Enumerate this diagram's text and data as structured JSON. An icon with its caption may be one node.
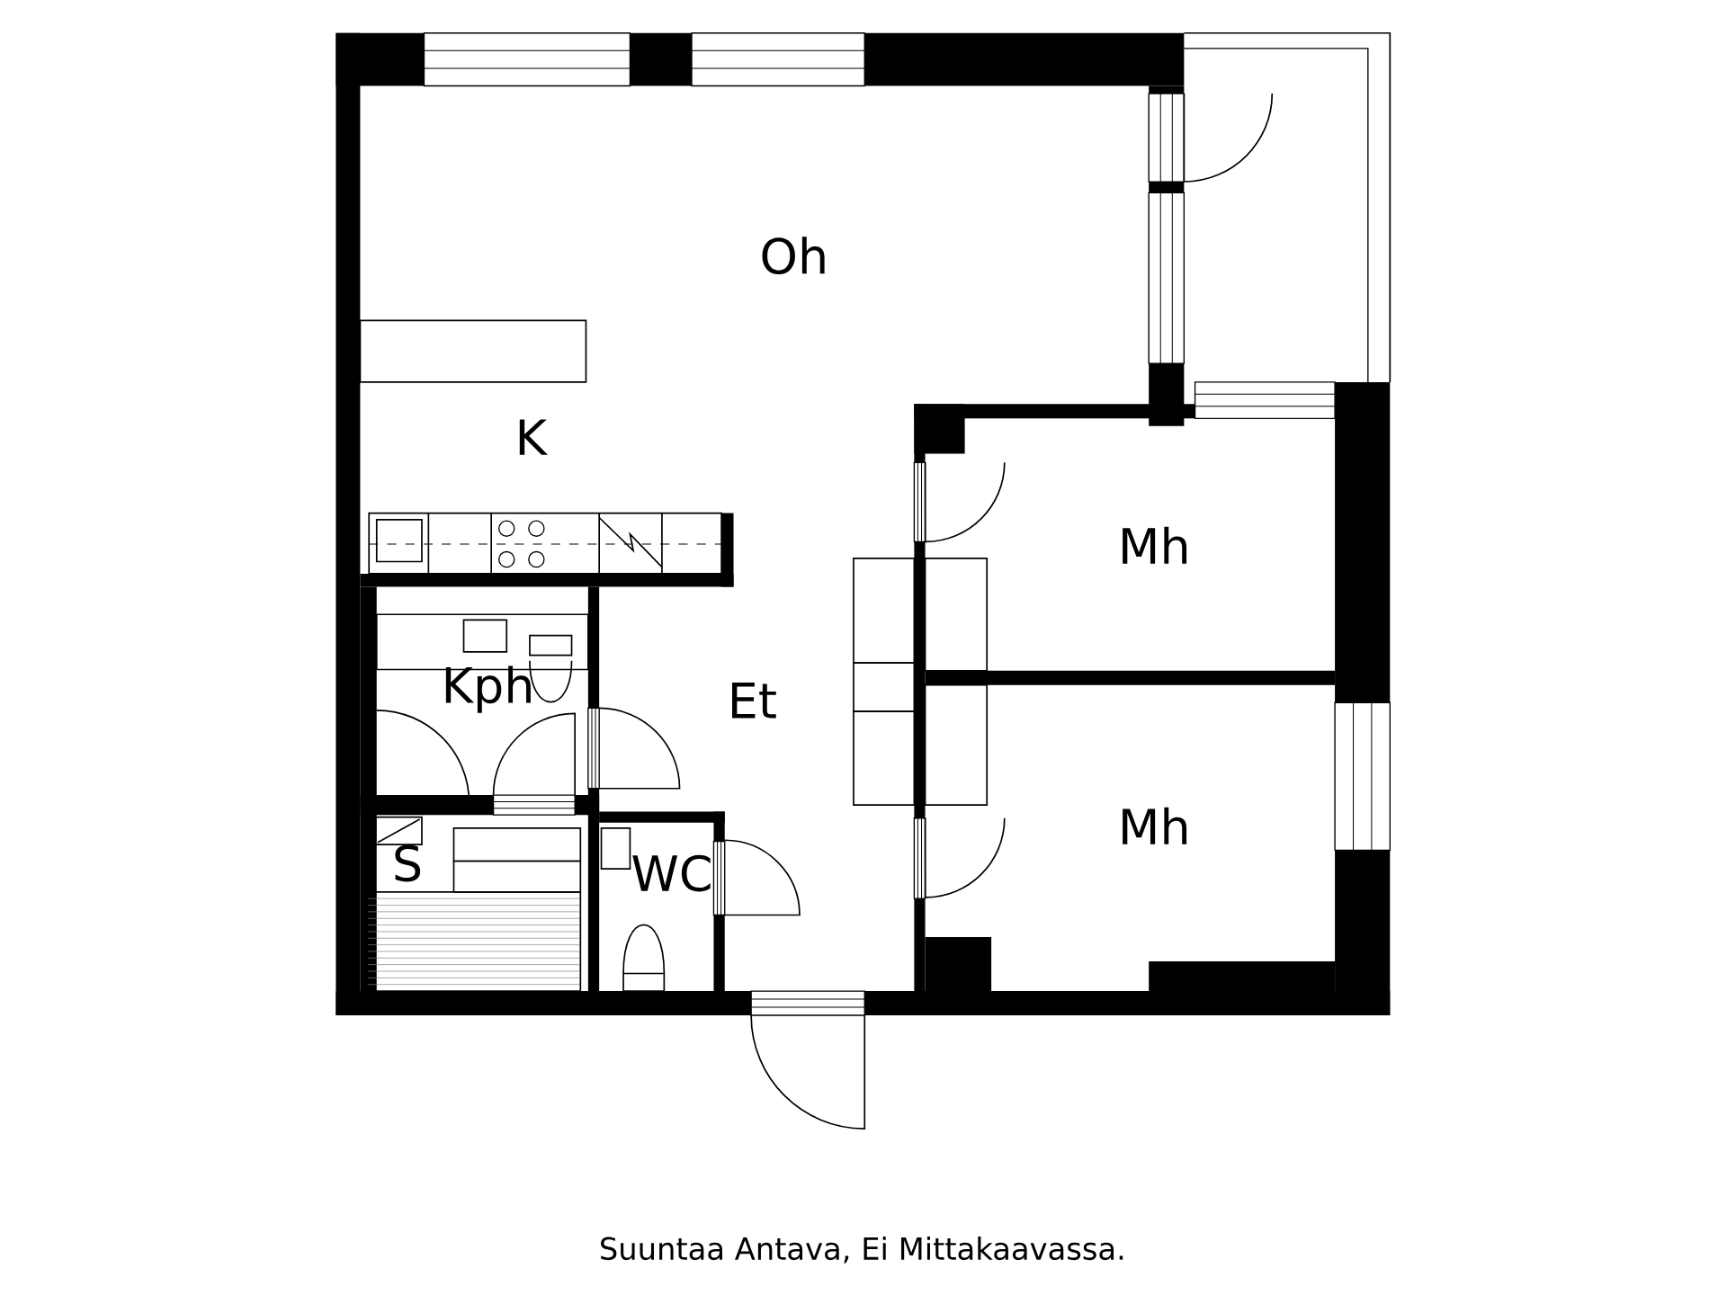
{
  "diagram": {
    "caption": "Suuntaa Antava, Ei Mittakaavassa.",
    "labels": [
      "Oh",
      "K",
      "Mh",
      "Kph",
      "Et",
      "WC",
      "S",
      "Mh"
    ]
  }
}
